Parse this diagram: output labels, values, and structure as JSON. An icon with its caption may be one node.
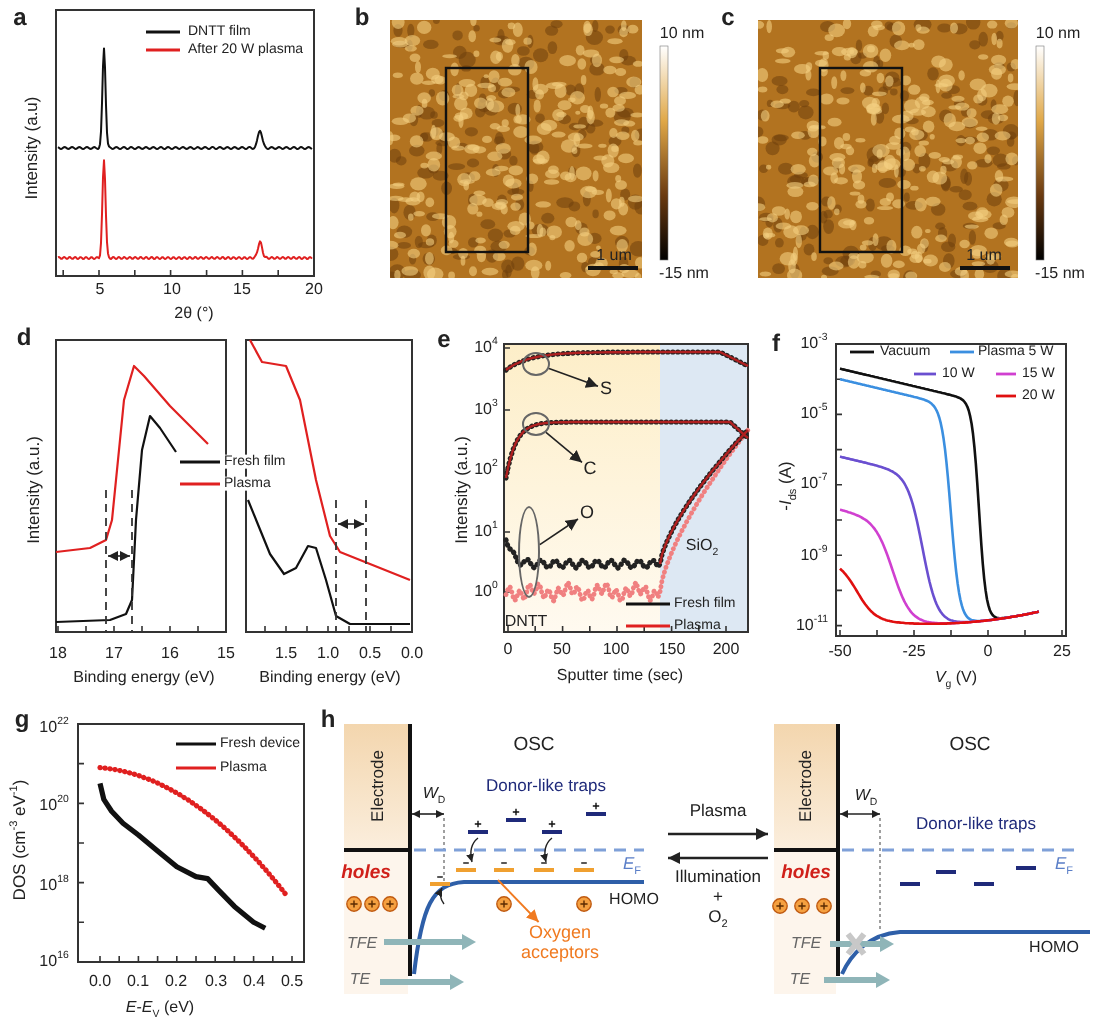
{
  "diagram": {
    "nodes": [
      {
        "text": [],
        "shape": "circle"
      },
      {
        "text": [
          "S"
        ]
      },
      {
        "text": [],
        "shape": "circle"
      },
      {
        "text": [
          "C"
        ]
      },
      {
        "text": [],
        "shape": "circle"
      },
      {
        "text": [
          "O"
        ]
      },
      {
        "text": [],
        "shape": "picture"
      },
      {
        "text": [
          "Oxygen acceptors"
        ],
        "in": 6
      },
      {
        "text": [],
        "shape": "picture"
      }
    ],
    "edges": [
      {
        "from": 0,
        "to": 1,
        "arrow": "to"
      },
      {
        "from": 2,
        "to": 3,
        "arrow": "to"
      },
      {
        "from": 4,
        "to": 5,
        "arrow": "to"
      },
      {
        "from": 6,
        "to": 8,
        "arrow": "to",
        "label": "Plasma"
      },
      {
        "from": 8,
        "to": 6,
        "arrow": "to",
        "label": "Illumination + O$_{2}$"
      },
      {
        "from": null,
        "to": 7,
        "arrow": "to",
        "color": "#f07a20"
      }
    ],
    "labels": [
      "a",
      "Intensity (a.u)",
      "5",
      "10",
      "15",
      "20",
      "2θ (°)",
      "b",
      "1 um",
      "10 nm",
      "-15 nm",
      "c",
      "1 um",
      "10 nm",
      "-15 nm",
      "d",
      "Intensity (a.u.)",
      "18",
      "17",
      "16",
      "15",
      "Binding energy (eV)",
      "1.5",
      "1.0",
      "0.5",
      "0.0",
      "Binding energy (eV)",
      "e",
      "Intensity (a.u.)",
      "10$^{4}$",
      "10$^{3}$",
      "10$^{2}$",
      "10$^{1}$",
      "10$^{0}$",
      "SiO$_{2}$",
      "DNTT",
      "0",
      "50",
      "100",
      "150",
      "200",
      "Sputter time (sec)",
      "f",
      "10$^{-3}$",
      "10$^{-5}$",
      "10$^{-7}$",
      "10$^{-9}$",
      "10$^{-11}$",
      "-*I*$_{ds}$ (A)",
      "-50",
      "-25",
      "0",
      "25",
      "*V*$_{g}$ (V)",
      "g",
      "10$^{22}$",
      "10$^{20}$",
      "10$^{18}$",
      "10$^{16}$",
      "DOS (cm$^{-3}$ eV$^{-1}$)",
      "0.0",
      "0.1",
      "0.2",
      "0.3",
      "0.4",
      "0.5",
      "*E*-*E*$_{V}$ (eV)",
      "h",
      "Electrode",
      "OSC",
      "*W*$_{D}$",
      "Donor-like traps",
      "holes",
      "*E*$_{F}$",
      "HOMO",
      "TFE",
      "TE",
      "Electrode",
      "OSC",
      "*W*$_{D}$",
      "Donor-like traps",
      "holes",
      "*E*$_{F}$",
      "TFE",
      "HOMO",
      "TE"
    ],
    "legend": [
      {
        "text": "DNTT film"
      },
      {
        "text": "After 20 W plasma"
      },
      {
        "text": "Fresh film"
      },
      {
        "text": "Plasma"
      },
      {
        "text": "Fresh film"
      },
      {
        "text": "Plasma"
      },
      {
        "text": "Vacuum"
      },
      {
        "text": "Plasma 5 W"
      },
      {
        "text": "10 W"
      },
      {
        "text": "15 W"
      },
      {
        "text": "20 W"
      },
      {
        "text": "Fresh device"
      },
      {
        "text": "Plasma"
      }
    ]
  }
}
